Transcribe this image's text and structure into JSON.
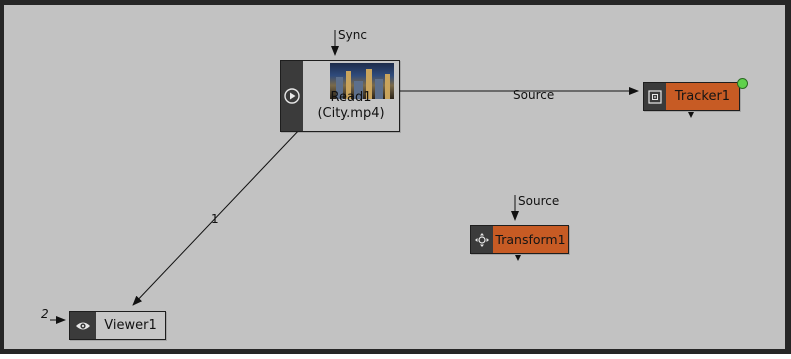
{
  "nodes": {
    "read": {
      "title": "Read1",
      "subtitle": "(City.mp4)",
      "input_label": "Sync",
      "thumbnail": "city-video-thumbnail"
    },
    "tracker": {
      "title": "Tracker1"
    },
    "transform": {
      "title": "Transform1",
      "input_label": "Source"
    },
    "viewer": {
      "title": "Viewer1"
    }
  },
  "edges": {
    "read_to_tracker": {
      "label": "Source"
    },
    "read_to_viewer": {
      "label": "1"
    },
    "viewer_input": {
      "label": "2"
    }
  },
  "icons": {
    "read": "play-icon",
    "tracker": "tracker-icon",
    "transform": "transform-icon",
    "viewer": "eye-icon"
  },
  "colors": {
    "background": "#c2c2c2",
    "node_orange": "#c75b24",
    "node_grey": "#c6c6c6",
    "node_tab": "#3b3b3b",
    "badge_green": "#5fd14b"
  }
}
